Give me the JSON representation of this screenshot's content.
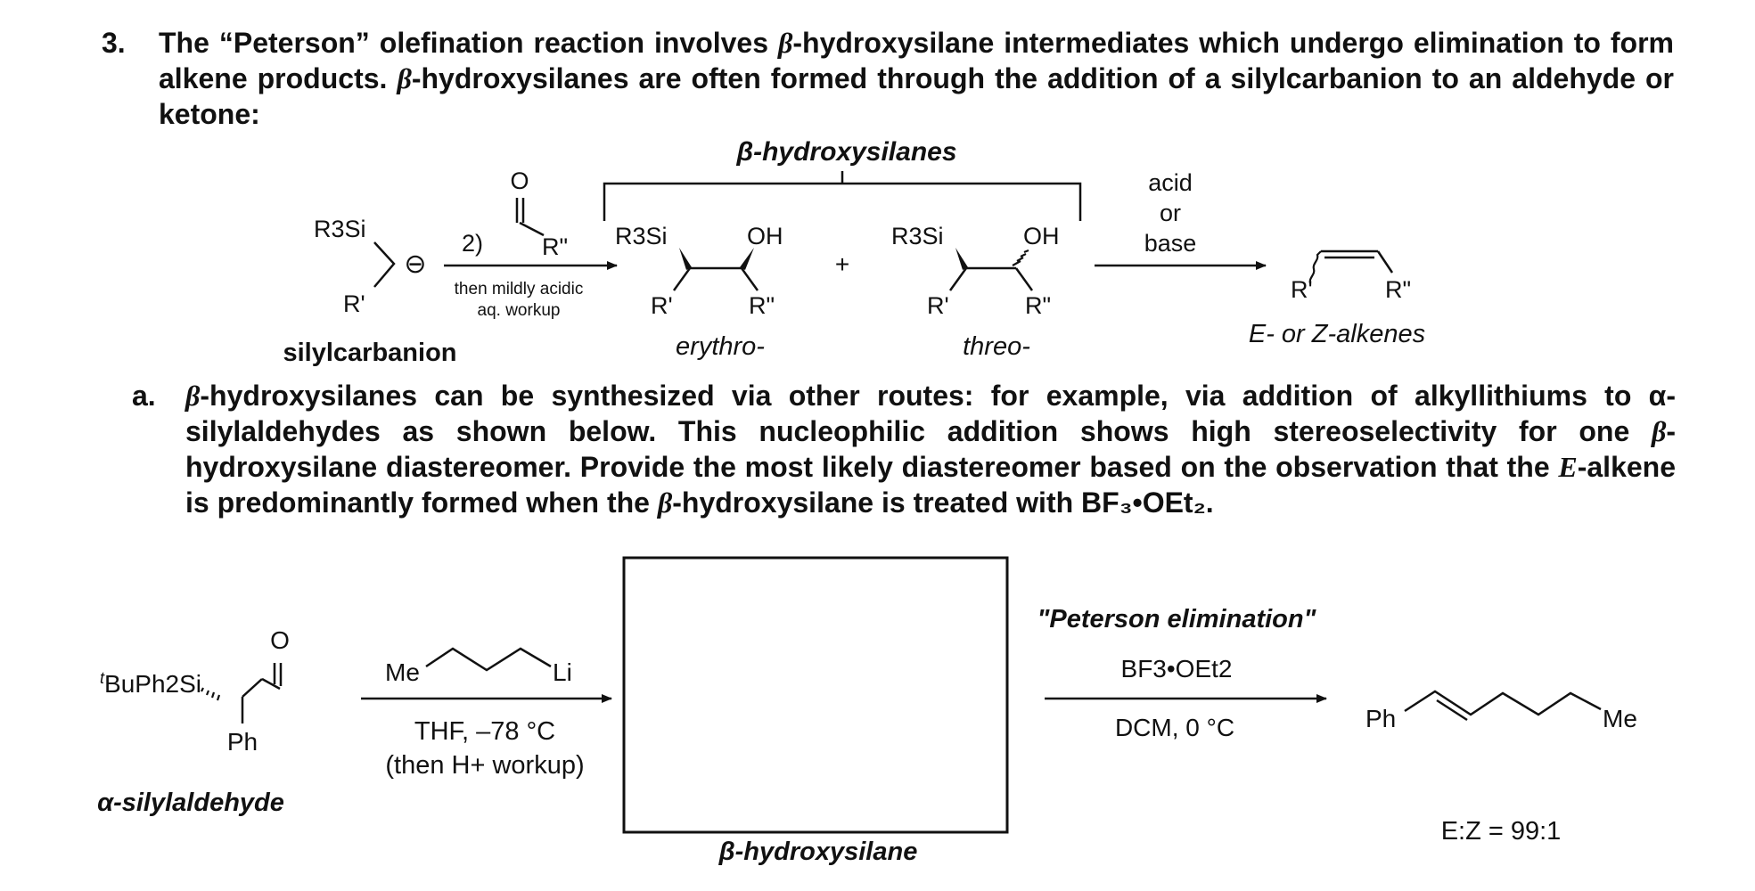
{
  "question3": {
    "number": "3.",
    "text_pre": "The “Peterson” olefination reaction involves ",
    "beta": "β",
    "text_post": "-hydroxysilane intermediates which undergo elimination to form alkene products. ",
    "beta2": "β",
    "text_post2": "-hydroxysilanes are often formed through the addition of a silylcarbanion to an aldehyde or ketone:"
  },
  "scheme1": {
    "bracket_label": "β-hydroxysilanes",
    "carbanion_si": "R3Si",
    "carbanion_r": "R'",
    "charge": "⊖",
    "carbanion_label": "silylcarbanion",
    "step_num": "2)",
    "aldehyde_o": "O",
    "aldehyde_r": "R\"",
    "step_cond_1": "then mildly acidic",
    "step_cond_2": "aq. workup",
    "erythro_si": "R3Si",
    "erythro_oh": "OH",
    "erythro_r1": "R'",
    "erythro_r2": "R\"",
    "erythro_label": "erythro-",
    "plus": "+",
    "threo_si": "R3Si",
    "threo_oh": "OH",
    "threo_r1": "R'",
    "threo_r2": "R\"",
    "threo_label": "threo-",
    "cond_acid": "acid",
    "cond_or": "or",
    "cond_base": "base",
    "alkene_r1": "R'",
    "alkene_r2": "R\"",
    "alkene_label": "E- or Z-alkenes"
  },
  "part_a": {
    "letter": "a.",
    "beta": "β",
    "text_1": "-hydroxysilanes can be synthesized via other routes: for example, via addition of alkyllithiums to α-silylaldehydes as shown below. This nucleophilic addition shows high stereoselectivity for one ",
    "beta2": "β",
    "text_2": "-hydroxysilane diastereomer. Provide the most likely diastereomer based on the observation that the ",
    "e_letter": "E",
    "text_3": "-alkene is predominantly formed when the ",
    "beta3": "β",
    "text_4": "-hydroxysilane is treated with BF₃•OEt₂."
  },
  "scheme2": {
    "silyl_prefix": "t",
    "silyl_group": "BuPh2Si",
    "aldehyde_o": "O",
    "ph": "Ph",
    "silylaldehyde_label": "α-silylaldehyde",
    "reagent_me": "Me",
    "reagent_li": "Li",
    "cond_1": "THF, –78 °C",
    "cond_2": "(then H+ workup)",
    "box_label": "β-hydroxysilane",
    "elim_title": "\"Peterson elimination\"",
    "elim_reagent": "BF3•OEt2",
    "elim_cond": "DCM, 0 °C",
    "product_ph": "Ph",
    "product_me": "Me",
    "ratio": "E:Z = 99:1"
  }
}
